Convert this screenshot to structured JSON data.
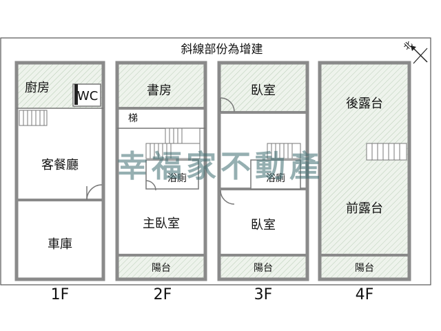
{
  "title": "斜線部份為增建",
  "compass": "北",
  "watermark": "幸福家不動產",
  "floors": {
    "f1": {
      "label": "1F",
      "kitchen": "廚房",
      "wc": "WC",
      "living_dining": "客餐廳",
      "garage": "車庫"
    },
    "f2": {
      "label": "2F",
      "study": "書房",
      "stairs": "梯",
      "bathroom": "浴廁",
      "master_bedroom": "主臥室",
      "balcony": "陽台"
    },
    "f3": {
      "label": "3F",
      "bedroom_top": "臥室",
      "bathroom": "浴廁",
      "bedroom_bottom": "臥室",
      "balcony": "陽台"
    },
    "f4": {
      "label": "4F",
      "rear_terrace": "後露台",
      "front_terrace": "前露台",
      "balcony": "陽台"
    }
  },
  "colors": {
    "hatch": "#dde8dc",
    "wall": "#8a8a8a",
    "watermark": "#3f6e72"
  }
}
